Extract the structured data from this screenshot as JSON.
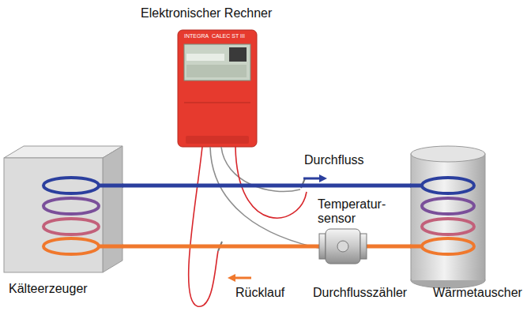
{
  "diagram": {
    "nodes": [
      {
        "text": [
          "Elektronischer Rechner"
        ]
      },
      {
        "text": [
          "Kälteerzeuger"
        ]
      },
      {
        "text": [
          "Wärmetauscher"
        ]
      }
    ],
    "edges": [
      {
        "from": 1,
        "to": 2,
        "arrow": "none",
        "label": "Durchfluss"
      },
      {
        "from": 2,
        "to": 1,
        "arrow": "none",
        "label": "Rücklauf"
      }
    ],
    "labels": [
      "Temperatur- sensor",
      "Durchflusszähler",
      "INTEGRA",
      "CALEC ST III"
    ]
  }
}
